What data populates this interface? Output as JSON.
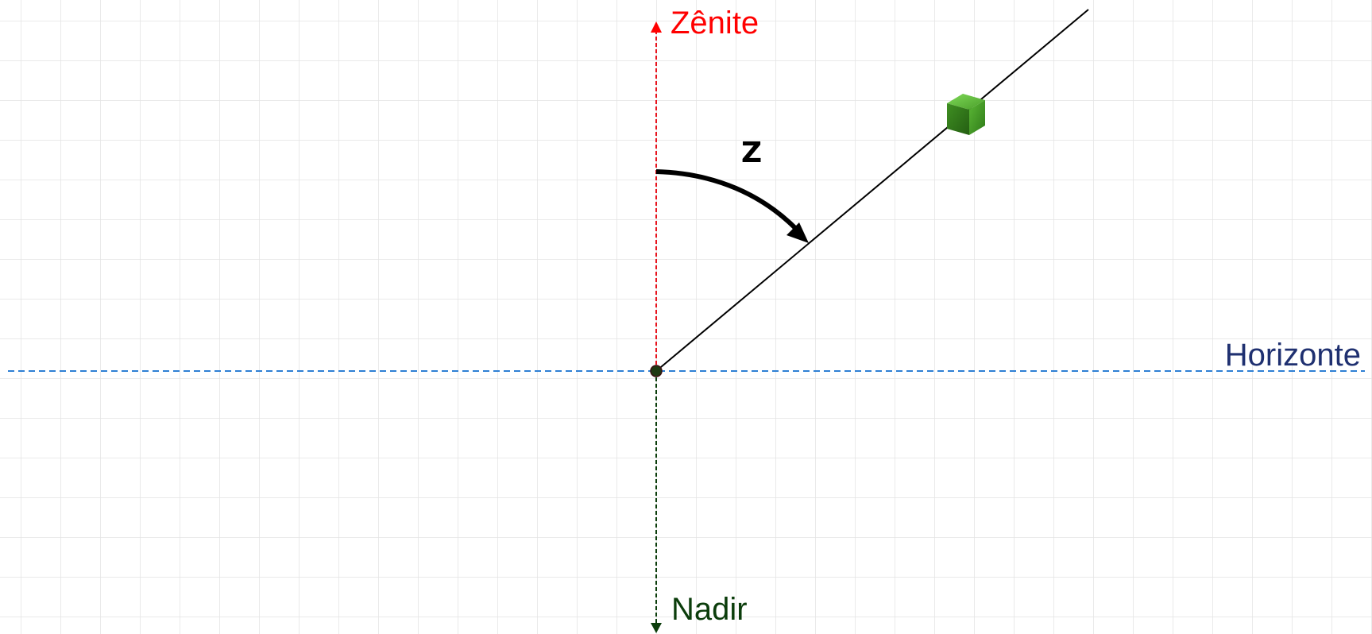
{
  "labels": {
    "zenith": "Zênite",
    "nadir": "Nadir",
    "horizon": "Horizonte",
    "angle": "Z"
  },
  "colors": {
    "background": "#ffffff",
    "grid": "#e3e3e3",
    "zenith": "#ff0000",
    "zenith_line": "#e8141e",
    "nadir": "#0b3d0b",
    "horizon_text": "#1f3070",
    "horizon_line": "#2e7fd4",
    "line_of_sight": "#000000",
    "object_light": "#5fbf3a",
    "object_dark": "#2b6e16",
    "origin_dot": "#1f3a12"
  },
  "icons": {
    "observed_object": "green-cube-icon",
    "origin": "observer-point-icon"
  }
}
